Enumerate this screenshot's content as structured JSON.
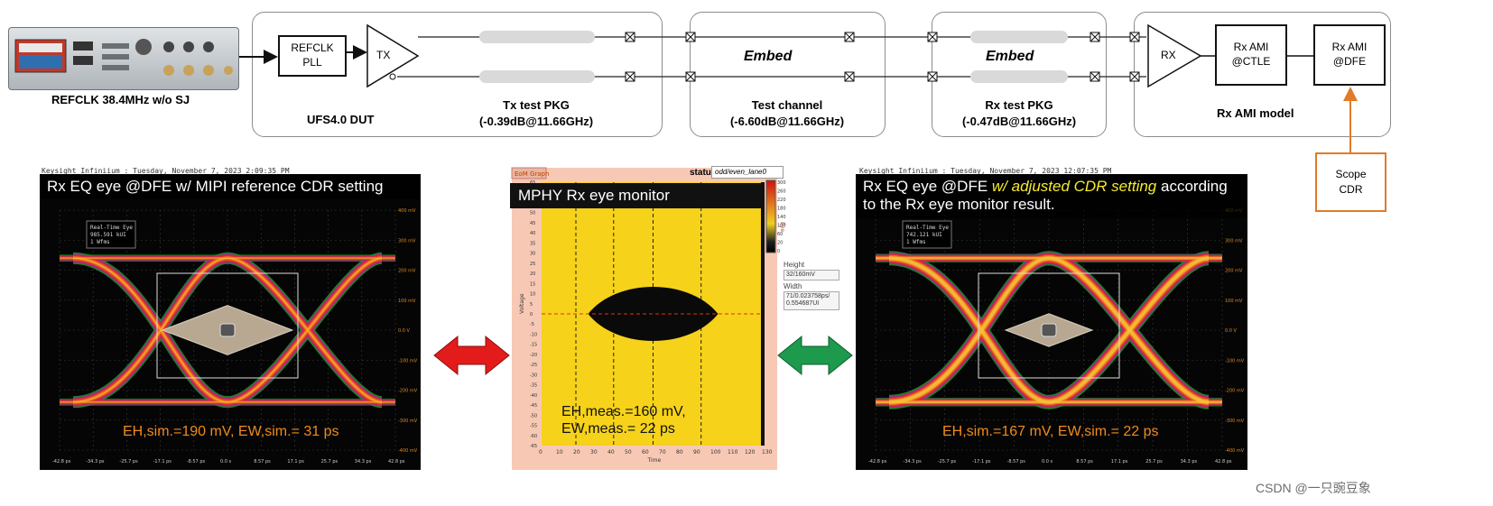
{
  "diagram": {
    "refclk_label": "REFCLK 38.4MHz w/o SJ",
    "dut": {
      "refclk_pll": "REFCLK\nPLL",
      "tx": "TX",
      "dut_label": "UFS4.0 DUT",
      "pkg_label": "Tx test PKG\n(-0.39dB@11.66GHz)"
    },
    "test_channel": {
      "embed": "Embed",
      "label": "Test channel\n(-6.60dB@11.66GHz)"
    },
    "rx_pkg": {
      "embed": "Embed",
      "label": "Rx test PKG\n(-0.47dB@11.66GHz)"
    },
    "rx_ami": {
      "rx": "RX",
      "ctle": "Rx AMI\n@CTLE",
      "dfe": "Rx AMI\n@DFE",
      "label": "Rx AMI model"
    },
    "scope_cdr": "Scope\nCDR"
  },
  "left_panel": {
    "title": "Rx EQ eye @DFE w/ MIPI reference CDR setting",
    "meas": "EH,sim.=190 mV, EW,sim.= 31 ps",
    "header": "Keysight Infiniium : Tuesday, November 7, 2023 2:09:35 PM",
    "info": [
      "Real-Time Eye",
      "985.591 kUI",
      "1 Wfms"
    ],
    "x_ticks": [
      "-42.8 ps",
      "-34.3 ps",
      "-25.7 ps",
      "-17.1 ps",
      "-8.57 ps",
      "0.0 s",
      "8.57 ps",
      "17.1 ps",
      "25.7 ps",
      "34.3 ps",
      "42.8 ps"
    ],
    "y_ticks": [
      "400 mV",
      "300 mV",
      "200 mV",
      "100 mV",
      "0.0 V",
      "-100 mV",
      "-200 mV",
      "-300 mV",
      "-400 mV"
    ]
  },
  "right_panel": {
    "title_plain": "Rx EQ eye @DFE ",
    "title_highlight": "w/ adjusted CDR setting",
    "title_rest": " according to the Rx eye monitor result.",
    "meas": "EH,sim.=167 mV, EW,sim.= 22 ps",
    "header": "Keysight Infiniium : Tuesday, November 7, 2023 12:07:35 PM",
    "info": [
      "Real-Time Eye",
      "742.121 kUI",
      "1 Wfms"
    ],
    "x_ticks": [
      "-42.8 ps",
      "-34.3 ps",
      "-25.7 ps",
      "-17.1 ps",
      "-8.57 ps",
      "0.0 s",
      "8.57 ps",
      "17.1 ps",
      "25.7 ps",
      "34.3 ps",
      "42.8 ps"
    ],
    "y_ticks": [
      "400 mV",
      "300 mV",
      "200 mV",
      "100 mV",
      "0.0 V",
      "-100 mV",
      "-200 mV",
      "-300 mV",
      "-400 mV"
    ]
  },
  "monitor": {
    "tab": "EoM Graph",
    "title": "MPHY Rx eye monitor",
    "status_label": "status",
    "status_value": "odd/even_lane0",
    "meas_line1": "EH,meas.=160 mV,",
    "meas_line2": "EW,meas.= 22 ps",
    "ylabel": "Voltage",
    "xlabel": "Time",
    "x_ticks": [
      "0",
      "10",
      "20",
      "30",
      "40",
      "50",
      "60",
      "70",
      "80",
      "90",
      "100",
      "110",
      "120",
      "130"
    ],
    "y_ticks": [
      "65",
      "60",
      "55",
      "50",
      "45",
      "40",
      "35",
      "30",
      "25",
      "20",
      "15",
      "10",
      "5",
      "0",
      "-5",
      "-10",
      "-15",
      "-20",
      "-25",
      "-30",
      "-35",
      "-40",
      "-45",
      "-50",
      "-55",
      "-60",
      "-65"
    ],
    "colorbar_ticks": [
      "300",
      "260",
      "220",
      "180",
      "140",
      "100",
      "60",
      "20",
      "0"
    ],
    "colorbar_label": "Eye",
    "height_label": "Height",
    "height_value": "32/160mV",
    "width_label": "Width",
    "width_value": "71/0.023758ps/\n0.554687UI"
  },
  "arrows": {
    "left_color": "#e31b1b",
    "right_color": "#1d9a4c"
  },
  "credit": "CSDN @一只豌豆象"
}
